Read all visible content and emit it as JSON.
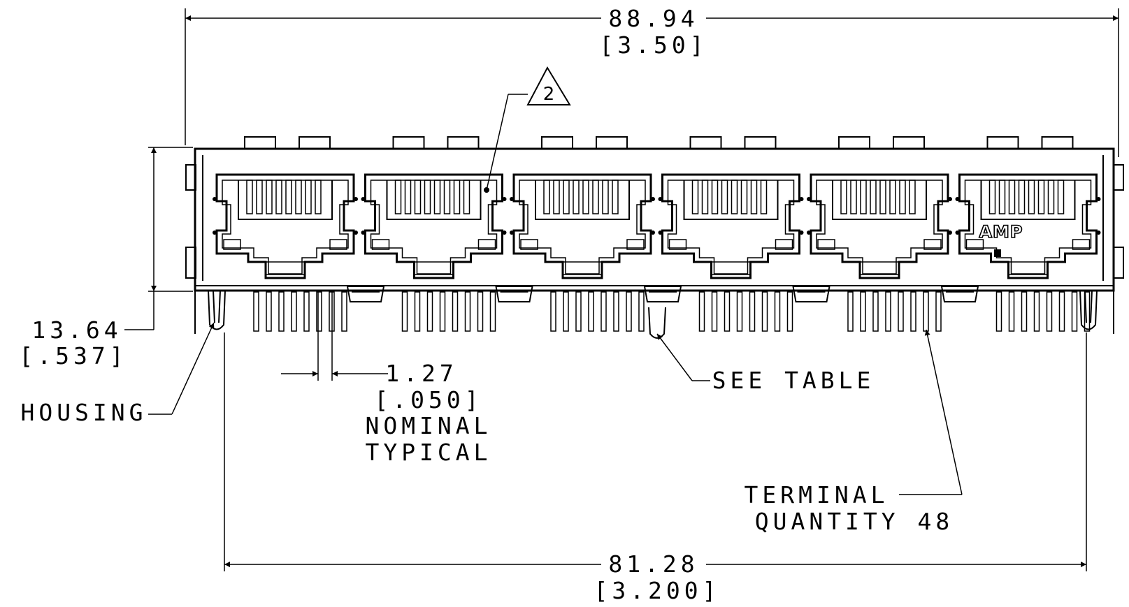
{
  "overall_width": {
    "mm": "88.94",
    "inch": "[3.50]"
  },
  "height": {
    "mm": "13.64",
    "inch": "[.537]"
  },
  "pitch": {
    "mm": "1.27",
    "inch": "[.050]",
    "note_line1": "NOMINAL",
    "note_line2": "TYPICAL"
  },
  "post_spacing": {
    "mm": "81.28",
    "inch": "[3.200]"
  },
  "callouts": {
    "housing": "HOUSING",
    "see_table": "SEE TABLE",
    "terminal_line1": "TERMINAL",
    "terminal_line2": "QUANTITY 48"
  },
  "note_flag": "2",
  "logo": "AMP",
  "port_count": 6
}
